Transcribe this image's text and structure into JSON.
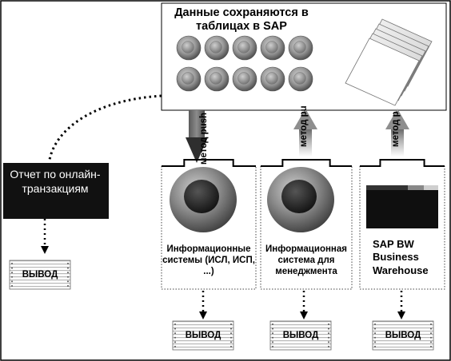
{
  "storage": {
    "title": "Данные сохраняются в таблицах в SAP"
  },
  "methods": {
    "push": "метод push",
    "pull_left": "метод pu",
    "pull_right": "метод p"
  },
  "report": {
    "label": "Отчет по онлайн-транзакциям"
  },
  "panels": [
    {
      "label": "Информационные системы (ИСЛ, ИСП, ...)"
    },
    {
      "label": "Информационная система для менеджмента"
    },
    {
      "label": "SAP BW Business Warehouse"
    }
  ],
  "outputs": [
    "ВЫВОД",
    "ВЫВОД",
    "ВЫВОД",
    "ВЫВОД"
  ]
}
